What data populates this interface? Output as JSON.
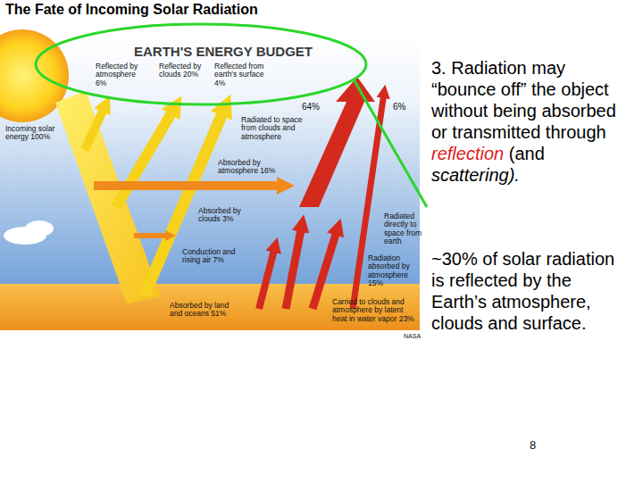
{
  "diagram": {
    "title": "The Fate of Incoming Solar Radiation",
    "labels": [
      "EARTH'S ENERGY BUDGET",
      "Reflected by atmosphere 6%",
      "Reflected by clouds 20%",
      "Reflected from earth's surface 4%",
      "64%",
      "6%",
      "Incoming solar energy 100%",
      "Radiated to space from clouds and atmosphere",
      "Absorbed by atmosphere 16%",
      "Radiated directly to space from earth",
      "Absorbed by clouds 3%",
      "Conduction and rising air 7%",
      "Radiation absorbed by atmosphere 15%",
      "Carried to clouds and atmosphere by latent heat in water vapor 23%",
      "Absorbed by land and oceans 51%",
      "NASA",
      "3. Radiation may “bounce off” the object without being absorbed or transmitted through",
      "reflection",
      "(and",
      "scattering).",
      "~30% of solar radiation is reflected by the Earth’s atmosphere, clouds and surface.",
      "8"
    ]
  }
}
